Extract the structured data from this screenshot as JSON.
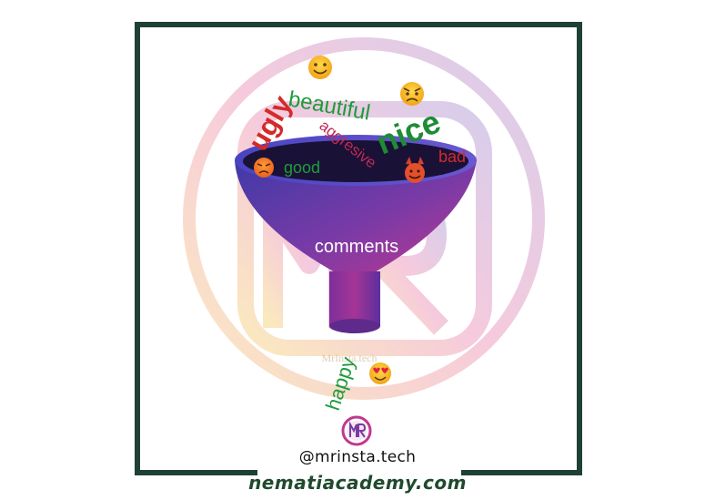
{
  "words": {
    "beautiful": "beautiful",
    "ugly": "ugly",
    "aggresive": "aggresive",
    "nice": "nice",
    "good": "good",
    "bad": "bad",
    "happy": "happy"
  },
  "funnel": {
    "label": "comments"
  },
  "watermark": {
    "text": "MrInsta.tech",
    "logo_letters": "MR"
  },
  "footer": {
    "handle": "@mrinsta.tech",
    "site": "nematiacademy.com"
  },
  "colors": {
    "frame": "#1f4037",
    "positive_word": "#1e9c3a",
    "negative_word": "#d42a2a",
    "funnel_top": "#4a3ca8",
    "funnel_bottom": "#b0358f",
    "footer_site": "#1f4a2e"
  },
  "emojis": [
    "smiling-face-icon",
    "angry-face-icon",
    "pouting-face-icon",
    "smiling-devil-icon",
    "heart-eyes-icon"
  ]
}
